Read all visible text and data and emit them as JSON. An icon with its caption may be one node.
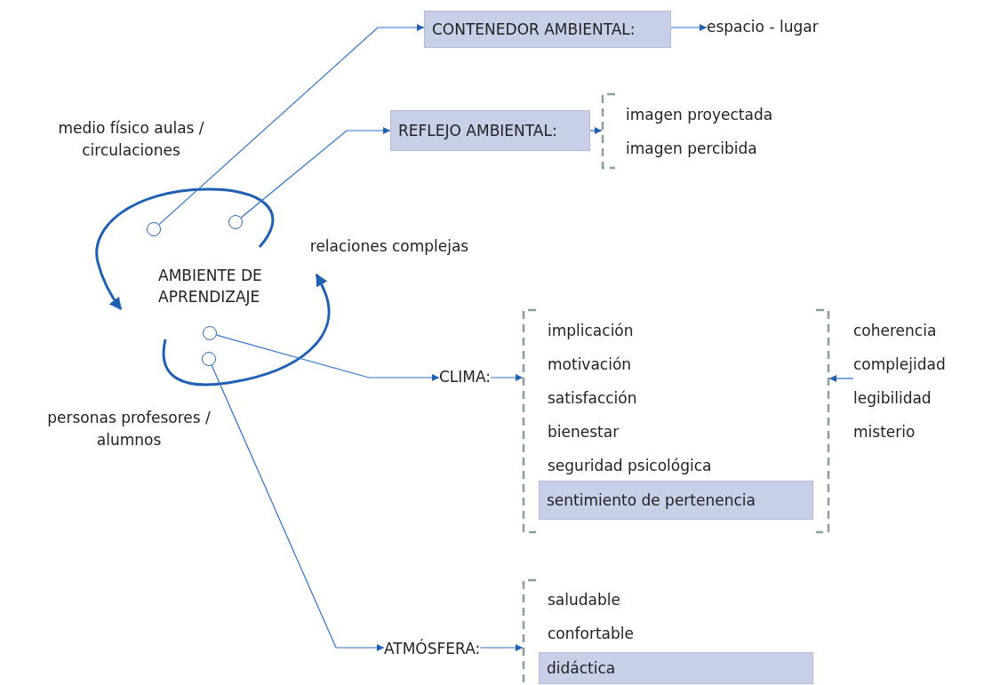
{
  "diagram": {
    "nodes": [
      {
        "text": [
          "AMBIENTE DE APRENDIZAJE"
        ]
      },
      {
        "text": [],
        "shape": "circle"
      },
      {
        "text": [],
        "shape": "circle"
      },
      {
        "text": [],
        "shape": "circle"
      },
      {
        "text": [],
        "shape": "circle"
      },
      {
        "text": [
          "CONTENEDOR AMBIENTAL:"
        ]
      },
      {
        "text": [
          "espacio - lugar"
        ]
      },
      {
        "text": [
          "REFLEJO AMBIENTAL:"
        ]
      },
      {
        "text": [
          "imagen proyectada",
          "imagen percibida"
        ]
      },
      {
        "text": [
          "CLIMA:"
        ]
      },
      {
        "text": [
          "implicación",
          "motivación",
          "satisfacción",
          "bienestar",
          "seguridad psicológica"
        ]
      },
      {
        "text": [
          "sentimiento de pertenencia"
        ],
        "in": 10
      },
      {
        "text": [
          "coherencia",
          "complejidad",
          "legibilidad",
          "misterio"
        ]
      },
      {
        "text": [
          "ATMÓSFERA:"
        ]
      },
      {
        "text": [
          "saludable",
          "confortable"
        ]
      },
      {
        "text": [
          "didáctica"
        ],
        "in": 14
      }
    ],
    "edges": [
      {
        "from": 1,
        "to": 5,
        "arrow": "to"
      },
      {
        "from": 2,
        "to": 7,
        "arrow": "to"
      },
      {
        "from": 5,
        "to": 6,
        "arrow": "to"
      },
      {
        "from": 7,
        "to": 8,
        "arrow": "to"
      },
      {
        "from": 3,
        "to": 9,
        "arrow": "to"
      },
      {
        "from": 9,
        "to": 10,
        "arrow": "to"
      },
      {
        "from": 12,
        "to": 10,
        "arrow": "to"
      },
      {
        "from": 4,
        "to": 13,
        "arrow": "to"
      },
      {
        "from": 13,
        "to": 14,
        "arrow": "to"
      }
    ],
    "labels": [
      "medio físico aulas / circulaciones",
      "relaciones complejas",
      "personas profesores / alumnos"
    ]
  }
}
